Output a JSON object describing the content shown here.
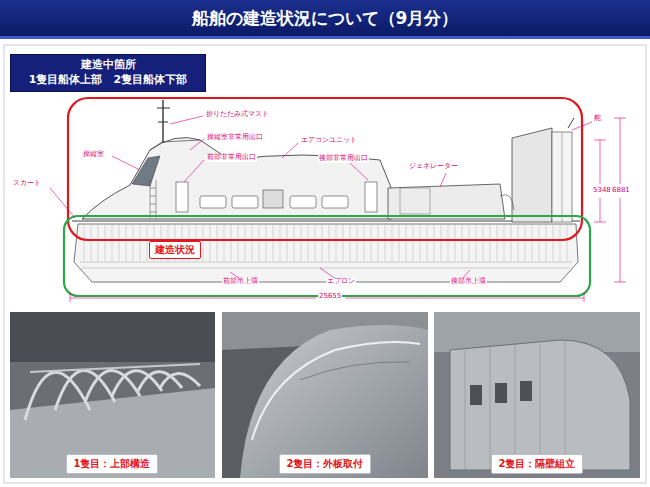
{
  "diagram": {
    "title": "船舶の建造状況について（9月分）",
    "nodes": [
      {
        "text": [
          "建造中箇所",
          "1隻目船体上部　2隻目船体下部"
        ]
      },
      {
        "text": [
          "建造状況"
        ]
      },
      {
        "text": [
          "1隻目：上部構造"
        ]
      },
      {
        "text": [
          "2隻目：外板取付"
        ]
      },
      {
        "text": [
          "2隻目：隔壁組立"
        ]
      }
    ],
    "labels": [
      "折りたたみ式マスト",
      "操縦室非常用出口",
      "操縦室",
      "前部非常用出口",
      "エアコンユニット",
      "後部非常用出口",
      "ジェネレーター",
      "舵",
      "スカート",
      "前部吊上環",
      "エプロン",
      "後部吊上環",
      "25655",
      "5348",
      "6881"
    ]
  }
}
